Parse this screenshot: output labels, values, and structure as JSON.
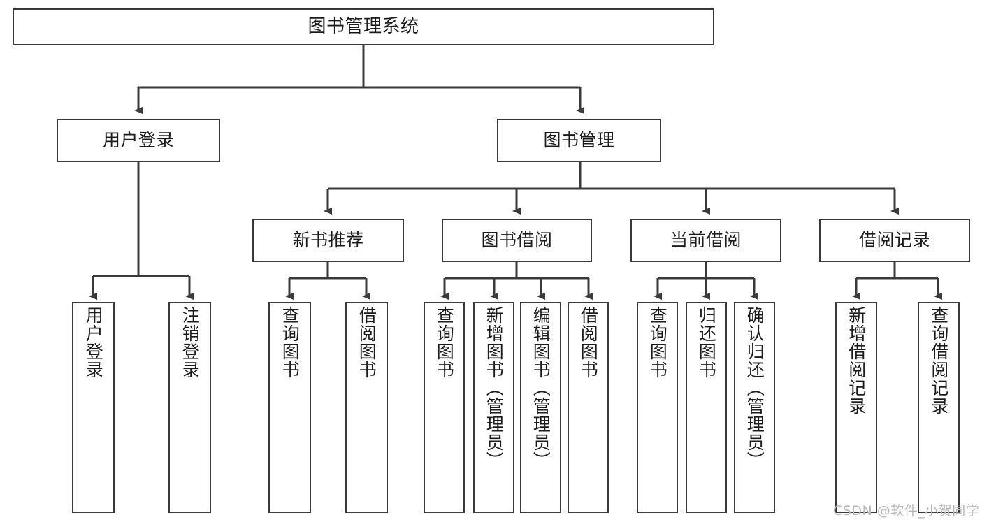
{
  "diagram": {
    "type": "tree",
    "title": "图书管理系统",
    "orientation": "top-down",
    "edge_style": "orthogonal-arrow",
    "colors": {
      "box_border": "#3a3a3a",
      "box_fill": "#ffffff",
      "edge": "#3a3a3a",
      "text": "#1c1c1c",
      "watermark": "#b9b9b9"
    }
  },
  "nodes": {
    "root": {
      "label": "图书管理系统",
      "level": 1
    },
    "level2": [
      {
        "id": "user-login",
        "label": "用户登录"
      },
      {
        "id": "book-manage",
        "label": "图书管理"
      }
    ],
    "level3": [
      {
        "id": "new-book-recommend",
        "label": "新书推荐"
      },
      {
        "id": "book-borrow",
        "label": "图书借阅"
      },
      {
        "id": "current-borrow",
        "label": "当前借阅"
      },
      {
        "id": "borrow-record",
        "label": "借阅记录"
      }
    ],
    "leaves": {
      "user-login": [
        {
          "id": "leaf-user-login",
          "label": "用户登录"
        },
        {
          "id": "leaf-logout",
          "label": "注销登录"
        }
      ],
      "new-book-recommend": [
        {
          "id": "leaf-query-book-1",
          "label": "查询图书"
        },
        {
          "id": "leaf-borrow-book-1",
          "label": "借阅图书"
        }
      ],
      "book-borrow": [
        {
          "id": "leaf-query-book-2",
          "label": "查询图书"
        },
        {
          "id": "leaf-add-book",
          "label": "新增图书（管理员）"
        },
        {
          "id": "leaf-edit-book",
          "label": "编辑图书（管理员）"
        },
        {
          "id": "leaf-borrow-book-2",
          "label": "借阅图书"
        }
      ],
      "current-borrow": [
        {
          "id": "leaf-query-book-3",
          "label": "查询图书"
        },
        {
          "id": "leaf-return-book",
          "label": "归还图书"
        },
        {
          "id": "leaf-confirm-return",
          "label": "确认归还（管理员）"
        }
      ],
      "borrow-record": [
        {
          "id": "leaf-add-record",
          "label": "新增借阅记录"
        },
        {
          "id": "leaf-query-record",
          "label": "查询借阅记录"
        }
      ]
    }
  },
  "watermark": {
    "text": "CSDN @软件_小贺同学"
  }
}
